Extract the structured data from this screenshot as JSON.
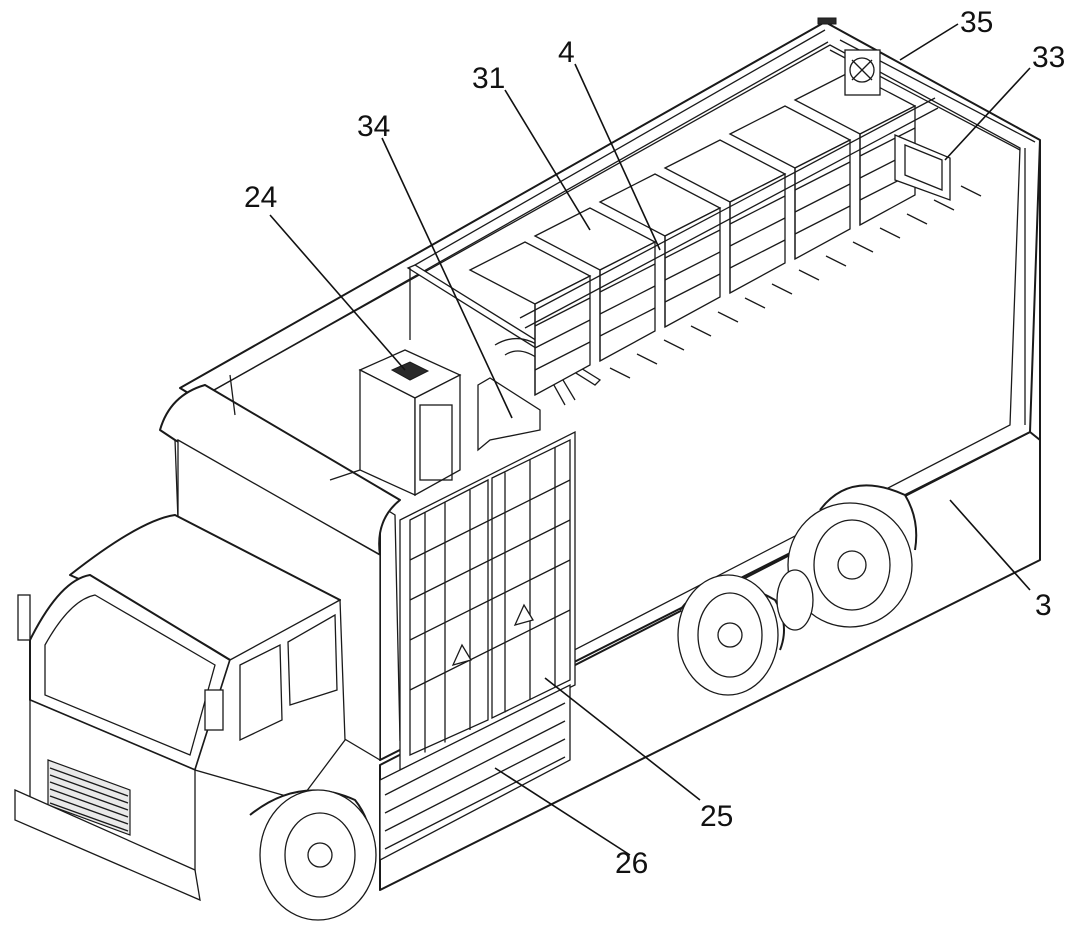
{
  "callouts": {
    "c35": "35",
    "c33": "33",
    "c4": "4",
    "c31": "31",
    "c34": "34",
    "c24": "24",
    "c3": "3",
    "c25": "25",
    "c26": "26"
  }
}
